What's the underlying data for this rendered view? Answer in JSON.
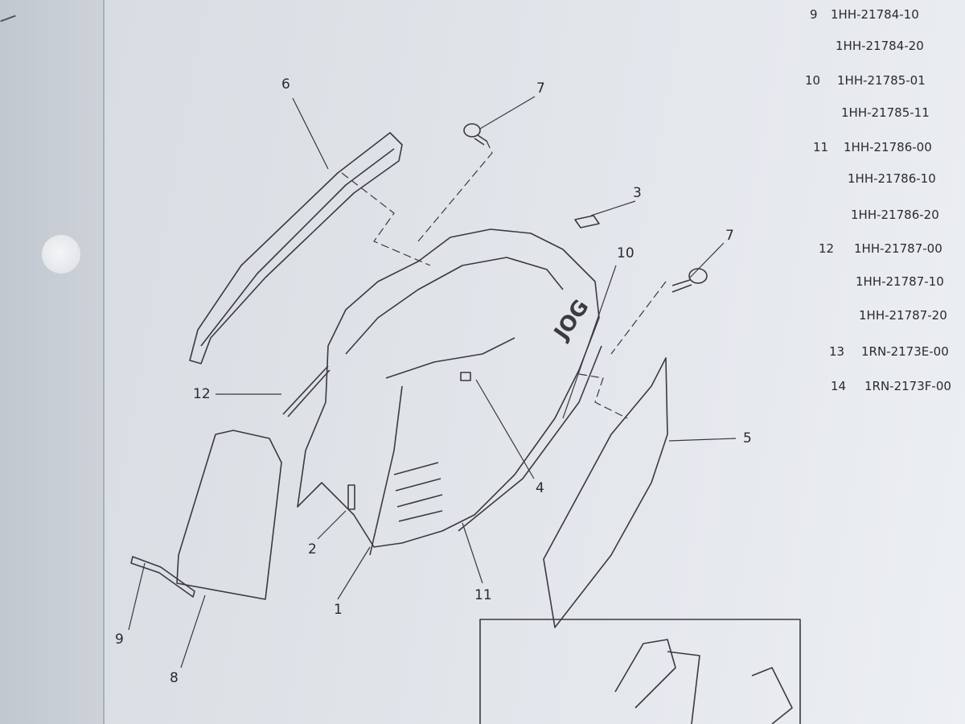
{
  "callouts": [
    "6",
    "7",
    "3",
    "10",
    "7",
    "12",
    "5",
    "4",
    "2",
    "1",
    "11",
    "9",
    "8"
  ],
  "parts_list": [
    {
      "ref": "9",
      "part_no": "1HH-21784-10"
    },
    {
      "ref": "",
      "part_no": "1HH-21784-20"
    },
    {
      "ref": "10",
      "part_no": "1HH-21785-01"
    },
    {
      "ref": "",
      "part_no": "1HH-21785-11"
    },
    {
      "ref": "11",
      "part_no": "1HH-21786-00"
    },
    {
      "ref": "",
      "part_no": "1HH-21786-10"
    },
    {
      "ref": "",
      "part_no": "1HH-21786-20"
    },
    {
      "ref": "12",
      "part_no": "1HH-21787-00"
    },
    {
      "ref": "",
      "part_no": "1HH-21787-10"
    },
    {
      "ref": "",
      "part_no": "1HH-21787-20"
    },
    {
      "ref": "13",
      "part_no": "1RN-2173E-00"
    },
    {
      "ref": "14",
      "part_no": "1RN-2173F-00"
    }
  ],
  "emblem_text": "JOG"
}
